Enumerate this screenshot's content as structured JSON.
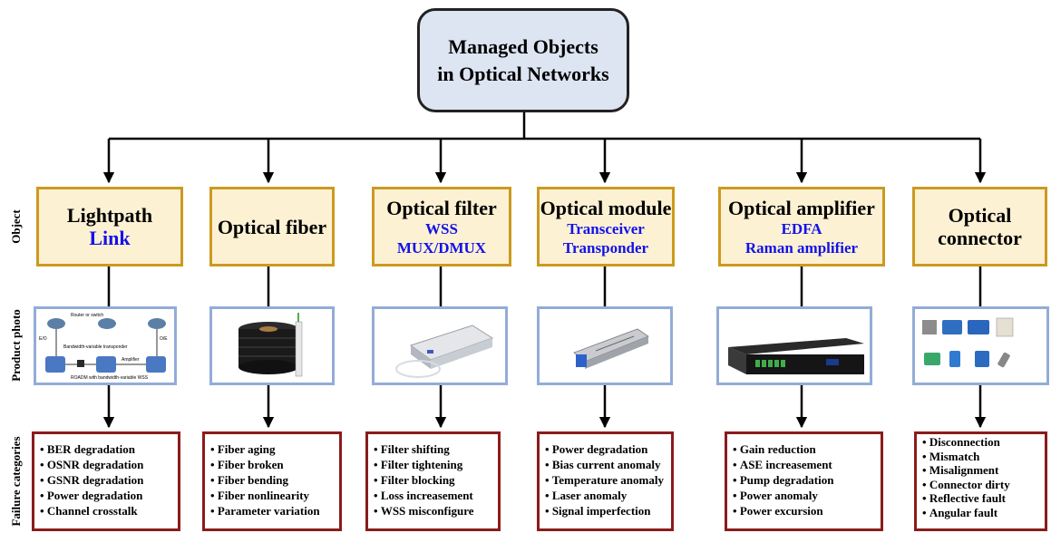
{
  "root": {
    "line1": "Managed Objects",
    "line2": "in Optical Networks"
  },
  "row_labels": {
    "object": "Object",
    "photo": "Product photo",
    "failure": "Failure categories"
  },
  "columns": [
    {
      "title": "Lightpath",
      "sub": [
        "Link"
      ],
      "photo": "network-diagram",
      "diagram_labels": [
        "Router or switch",
        "E/O",
        "O/E",
        "Bandwidth-variable transponder",
        "Amplifier",
        "ROADM with bandwidth-variable WSS"
      ],
      "failures": [
        "BER degradation",
        "OSNR degradation",
        "GSNR degradation",
        "Power degradation",
        "Channel crosstalk"
      ]
    },
    {
      "title": "Optical fiber",
      "sub": [],
      "photo": "fiber-cable-spool",
      "failures": [
        "Fiber aging",
        "Fiber broken",
        "Fiber bending",
        "Fiber nonlinearity",
        "Parameter variation"
      ]
    },
    {
      "title": "Optical filter",
      "sub": [
        "WSS",
        "MUX/DMUX"
      ],
      "photo": "wss-module",
      "failures": [
        "Filter shifting",
        "Filter tightening",
        "Filter blocking",
        "Loss increasement",
        "WSS misconfigure"
      ]
    },
    {
      "title": "Optical module",
      "sub": [
        "Transceiver",
        "Transponder"
      ],
      "photo": "sfp-transceiver",
      "failures": [
        "Power degradation",
        "Bias current anomaly",
        "Temperature anomaly",
        "Laser anomaly",
        "Signal imperfection"
      ]
    },
    {
      "title": "Optical amplifier",
      "sub": [
        "EDFA",
        "Raman amplifier"
      ],
      "photo": "rack-amplifier",
      "failures": [
        "Gain reduction",
        "ASE increasement",
        "Pump degradation",
        "Power anomaly",
        "Power excursion"
      ]
    },
    {
      "title": "Optical",
      "title2": "connector",
      "sub": [],
      "photo": "fiber-connectors",
      "failures": [
        "Disconnection",
        "Mismatch",
        "Misalignment",
        "Connector dirty",
        "Reflective fault",
        "Angular fault"
      ]
    }
  ],
  "colors": {
    "root_fill": "#dde4f2",
    "object_border": "#cc9a1f",
    "object_fill": "#fdf1d3",
    "sub_text": "#1212e8",
    "photo_border": "#93acd8",
    "failure_border": "#8a1c1c"
  }
}
